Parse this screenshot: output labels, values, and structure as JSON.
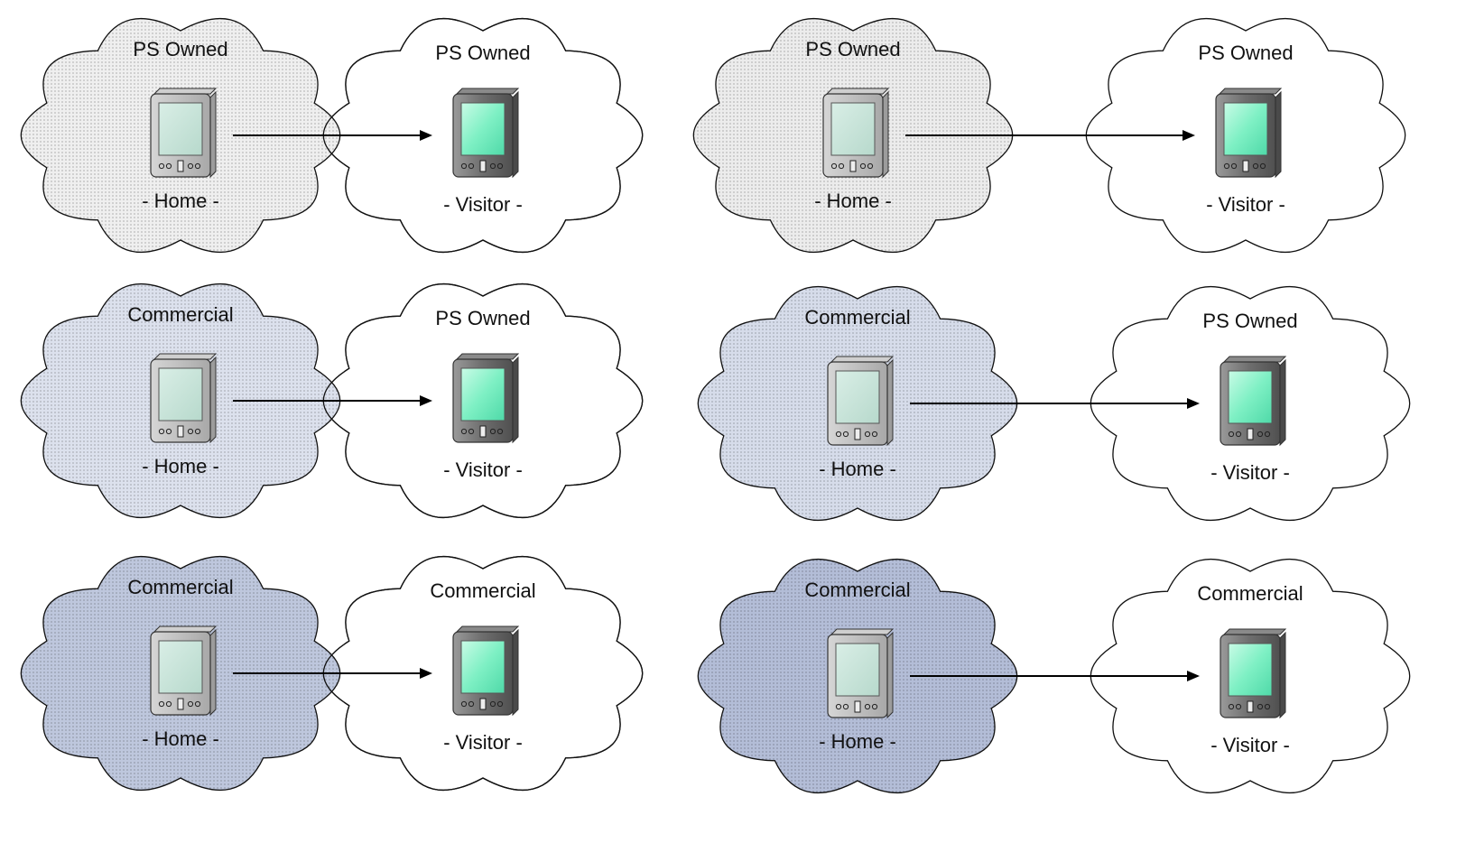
{
  "scenarios": [
    {
      "home_network": "PS Owned",
      "visitor_network": "PS Owned",
      "home_label": "- Home -",
      "visitor_label": "- Visitor -",
      "home_fill": "#ececec",
      "overlapping": true
    },
    {
      "home_network": "PS Owned",
      "visitor_network": "PS Owned",
      "home_label": "- Home -",
      "visitor_label": "- Visitor -",
      "home_fill": "#ececec",
      "overlapping": false
    },
    {
      "home_network": "Commercial",
      "visitor_network": "PS Owned",
      "home_label": "- Home -",
      "visitor_label": "- Visitor -",
      "home_fill": "#d6dcea",
      "overlapping": true
    },
    {
      "home_network": "Commercial",
      "visitor_network": "PS Owned",
      "home_label": "- Home -",
      "visitor_label": "- Visitor -",
      "home_fill": "#d6dcea",
      "overlapping": false
    },
    {
      "home_network": "Commercial",
      "visitor_network": "Commercial",
      "home_label": "- Home -",
      "visitor_label": "- Visitor -",
      "home_fill": "#b3bdd7",
      "overlapping": true
    },
    {
      "home_network": "Commercial",
      "visitor_network": "Commercial",
      "home_label": "- Home -",
      "visitor_label": "- Visitor -",
      "home_fill": "#b3bdd7",
      "overlapping": false
    }
  ],
  "colors": {
    "visitor_fill": "#ffffff",
    "outline": "#111111",
    "screen_bright": "#7ef0c4",
    "device_body": "#808080"
  },
  "icons": {
    "device": "pda-icon",
    "arrow": "arrow-right-icon"
  }
}
